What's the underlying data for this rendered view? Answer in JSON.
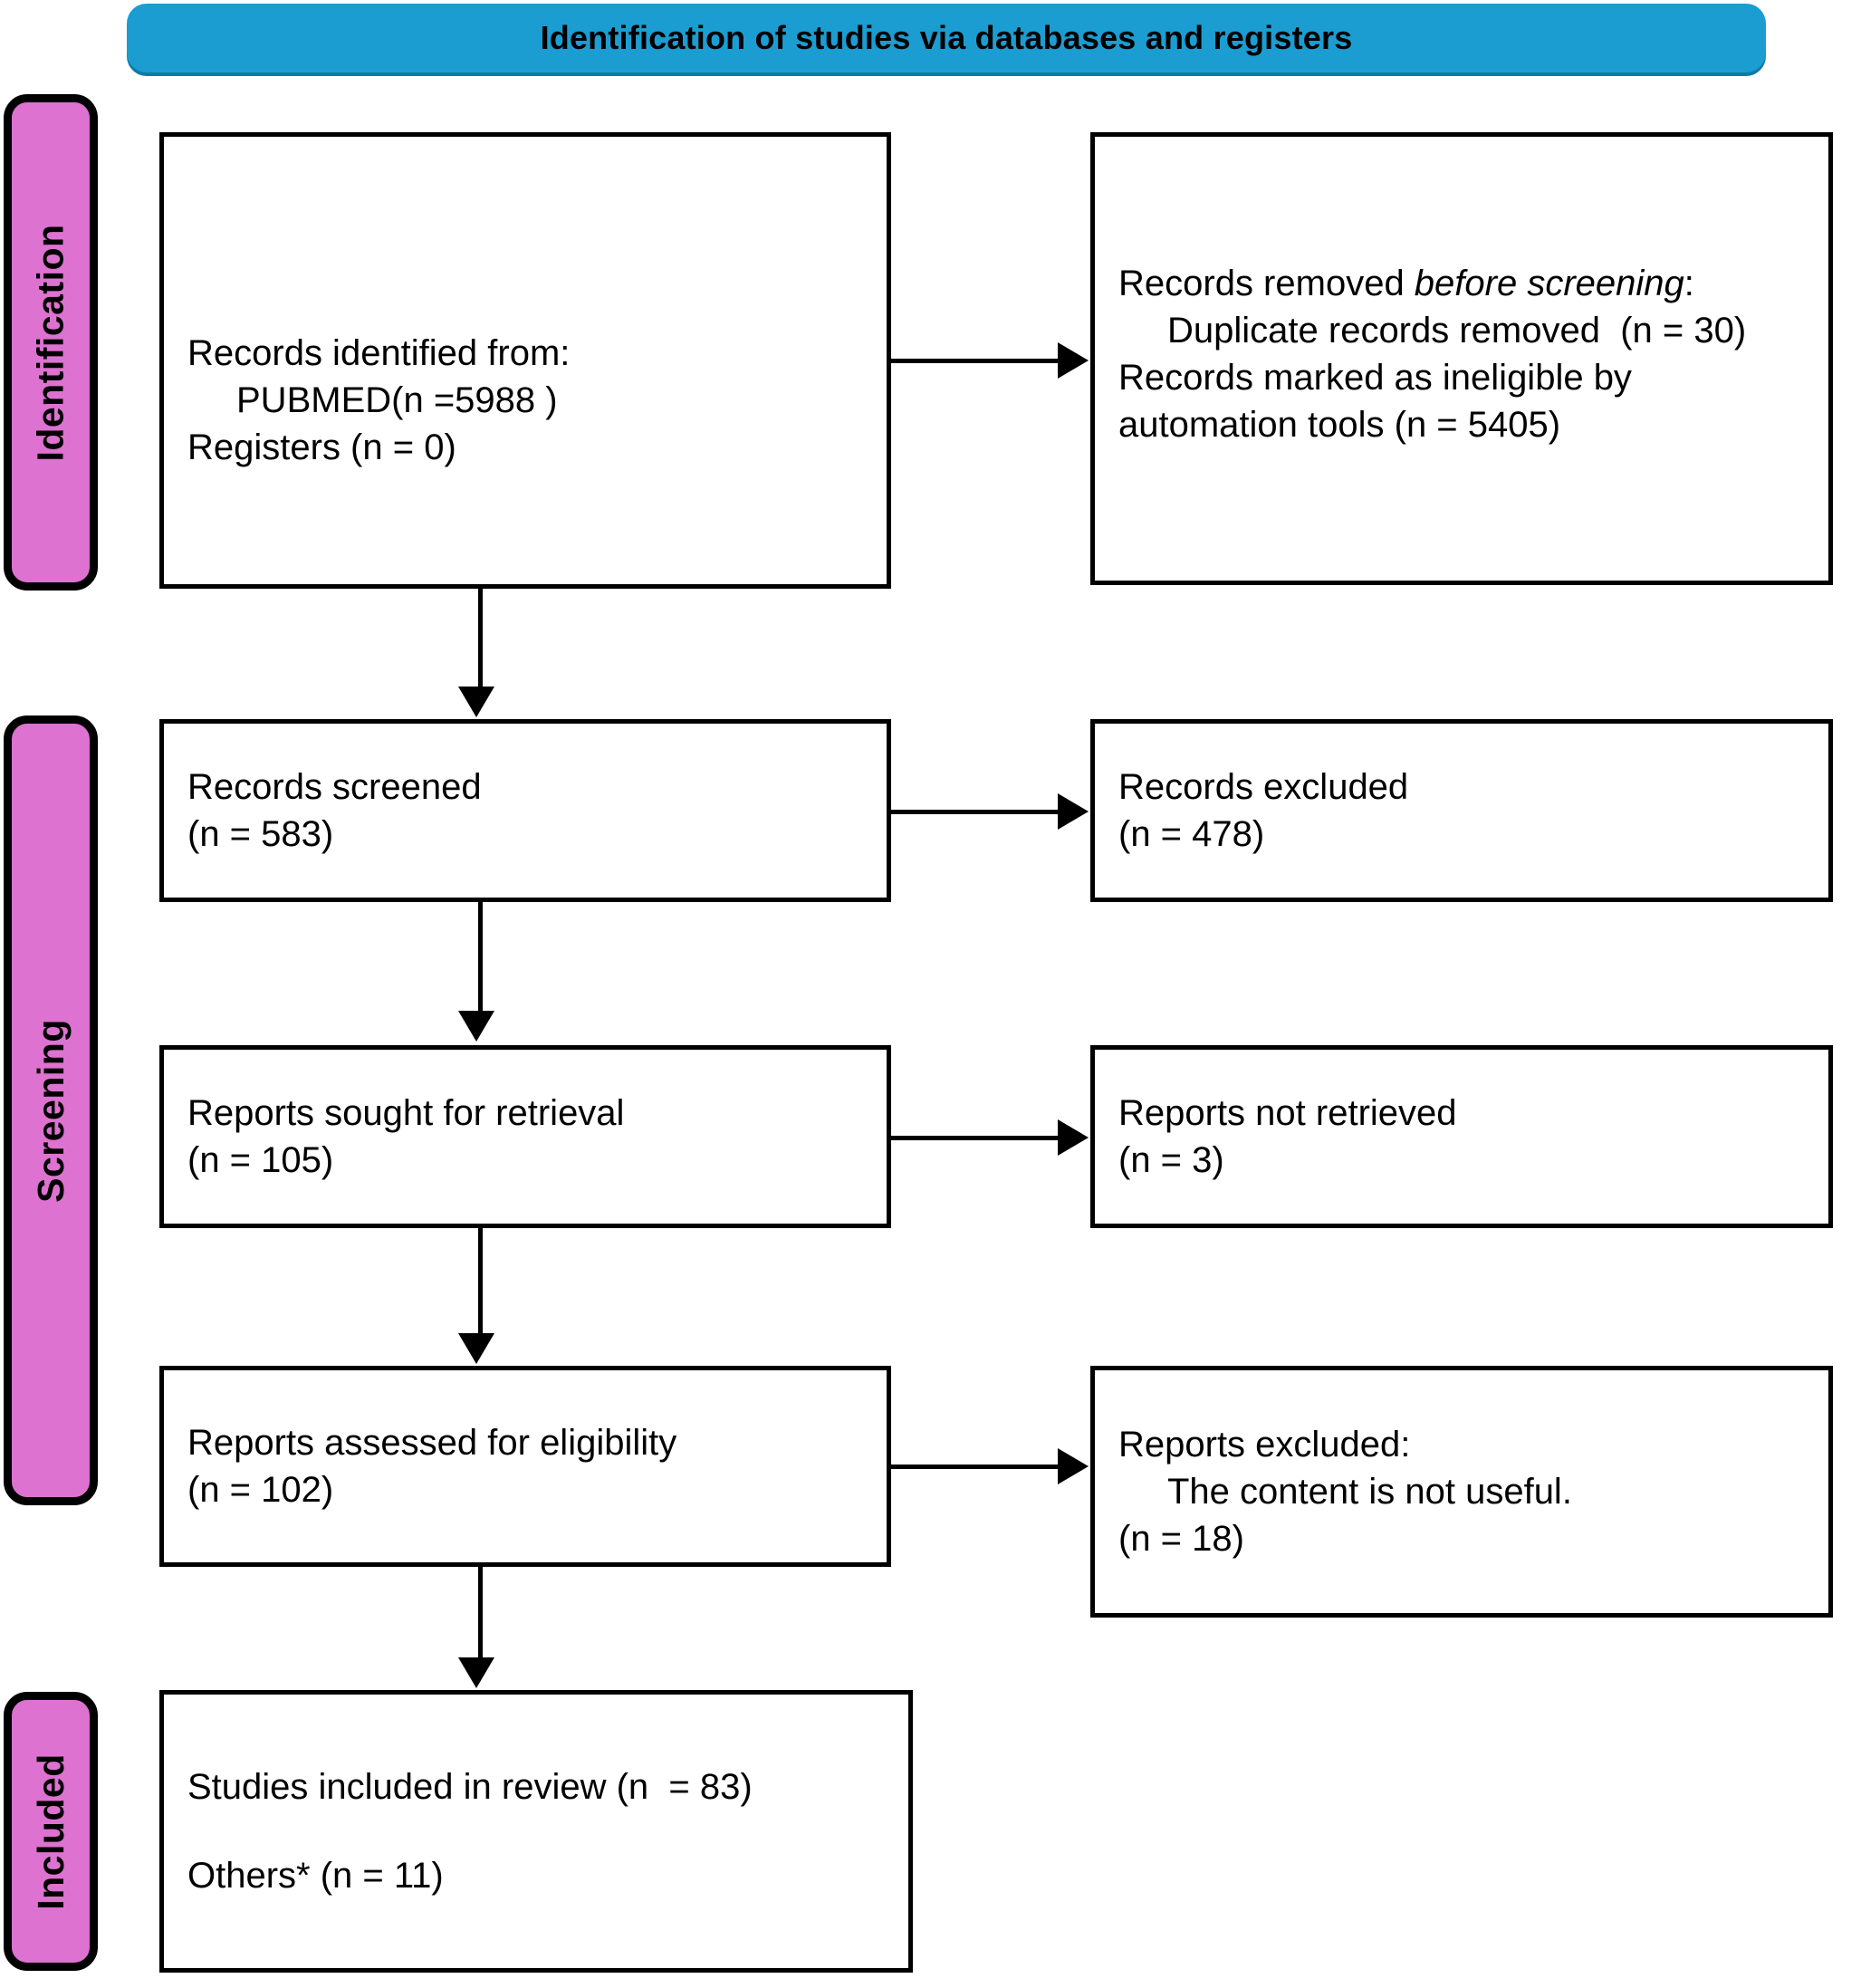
{
  "banner": {
    "title": "Identification of studies via databases and registers"
  },
  "phases": [
    {
      "id": "identification",
      "label": "Identification"
    },
    {
      "id": "screening",
      "label": "Screening"
    },
    {
      "id": "included",
      "label": "Included"
    }
  ],
  "boxes": {
    "identified": {
      "lines": [
        "Records identified from:",
        "PUBMED(n =5988 )",
        "Registers (n = 0)"
      ]
    },
    "removed": {
      "heading_prefix": "Records removed ",
      "heading_italic_1": "before",
      "heading_italic_2": "screening",
      "heading_suffix": ":",
      "lines": [
        "Duplicate records removed  (n = 30)",
        "Records marked as ineligible by automation tools (n = 5405)"
      ]
    },
    "screened": {
      "lines": [
        "Records screened",
        "(n = 583)"
      ]
    },
    "excluded_records": {
      "lines": [
        "Records excluded",
        "(n = 478)"
      ]
    },
    "sought": {
      "lines": [
        "Reports sought for retrieval",
        "(n = 105)"
      ]
    },
    "not_retrieved": {
      "lines": [
        "Reports not retrieved",
        "(n = 3)"
      ]
    },
    "assessed": {
      "lines": [
        "Reports assessed for eligibility",
        "(n = 102)"
      ]
    },
    "excluded_reports": {
      "lines": [
        "Reports excluded:",
        "The content is not useful.",
        "(n = 18)"
      ]
    },
    "included_final": {
      "lines": [
        "Studies included in review (n  = 83)",
        "Others* (n = 11)"
      ]
    }
  },
  "colors": {
    "banner": "#1b9dd1",
    "banner_shadow": "#0d7ba8",
    "phase": "#dd72d0",
    "box_border": "#000000",
    "box_fill": "#ffffff"
  },
  "chart_data": {
    "type": "diagram",
    "title": "Identification of studies via databases and registers",
    "nodes": [
      {
        "phase": "Identification",
        "label": "Records identified from: PUBMED",
        "n": 5988
      },
      {
        "phase": "Identification",
        "label": "Records identified from: Registers",
        "n": 0
      },
      {
        "phase": "Identification",
        "label": "Duplicate records removed",
        "n": 30
      },
      {
        "phase": "Identification",
        "label": "Records marked as ineligible by automation tools",
        "n": 5405
      },
      {
        "phase": "Screening",
        "label": "Records screened",
        "n": 583
      },
      {
        "phase": "Screening",
        "label": "Records excluded",
        "n": 478
      },
      {
        "phase": "Screening",
        "label": "Reports sought for retrieval",
        "n": 105
      },
      {
        "phase": "Screening",
        "label": "Reports not retrieved",
        "n": 3
      },
      {
        "phase": "Screening",
        "label": "Reports assessed for eligibility",
        "n": 102
      },
      {
        "phase": "Screening",
        "label": "Reports excluded: The content is not useful.",
        "n": 18
      },
      {
        "phase": "Included",
        "label": "Studies included in review",
        "n": 83
      },
      {
        "phase": "Included",
        "label": "Others*",
        "n": 11
      }
    ]
  }
}
